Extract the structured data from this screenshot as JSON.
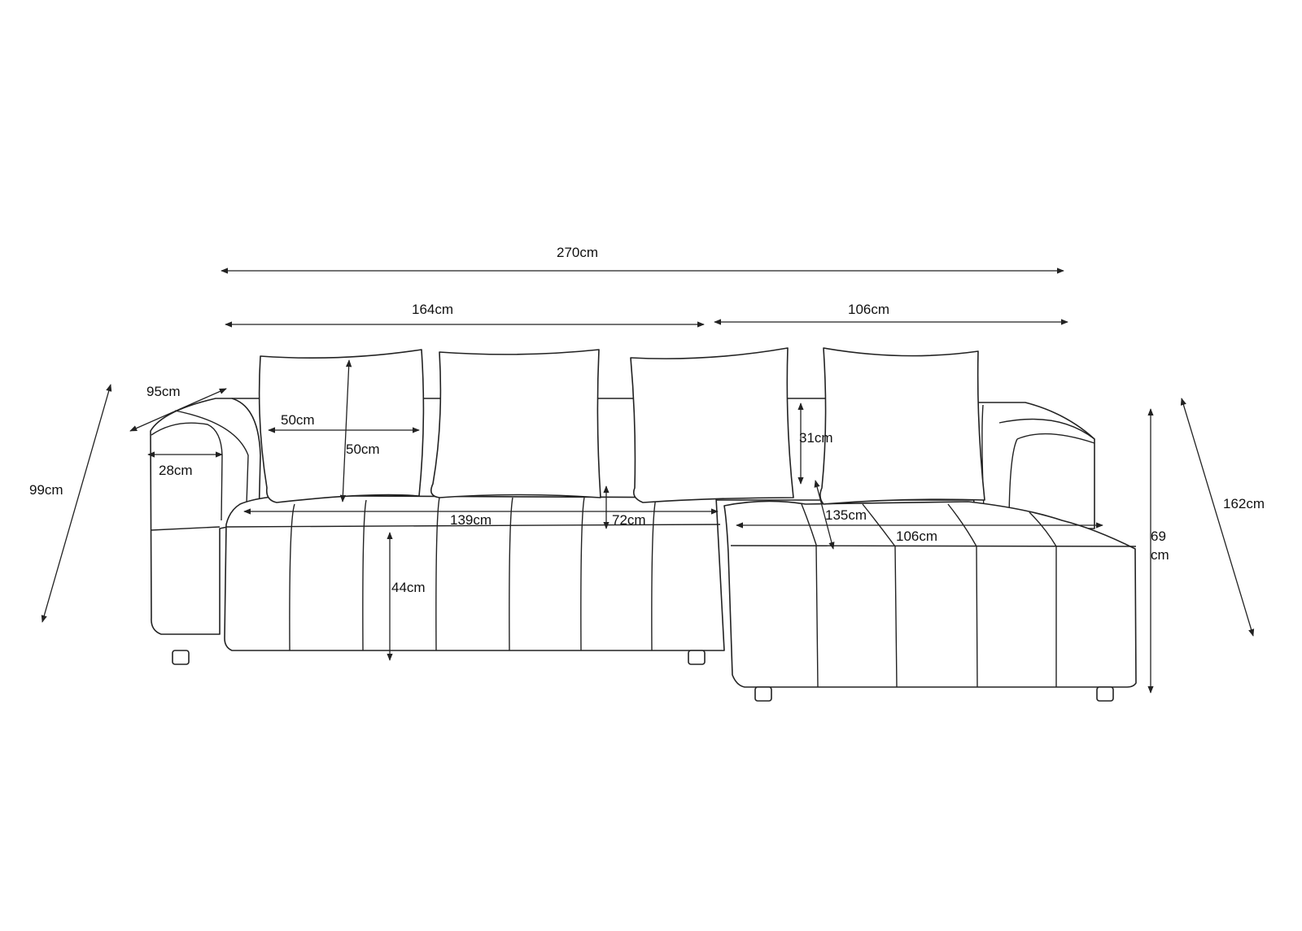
{
  "title": "Sofa dimensions diagram",
  "dimensions": {
    "total_width": "270cm",
    "main_section_width": "164cm",
    "chaise_section_width": "106cm",
    "arm_depth": "95cm",
    "overall_diagonal_left": "99cm",
    "pillow_width": "50cm",
    "pillow_height": "50cm",
    "arm_width": "28cm",
    "seat_width": "139cm",
    "backrest_above_seat": "72cm",
    "seat_height": "44cm",
    "backrest_visible_height": "31cm",
    "chaise_depth": "135cm",
    "chaise_seat_width": "106cm",
    "height_value": "69",
    "height_unit": "cm",
    "overall_diagonal_right": "162cm"
  },
  "colors": {
    "line": "#222222",
    "background": "#ffffff"
  }
}
